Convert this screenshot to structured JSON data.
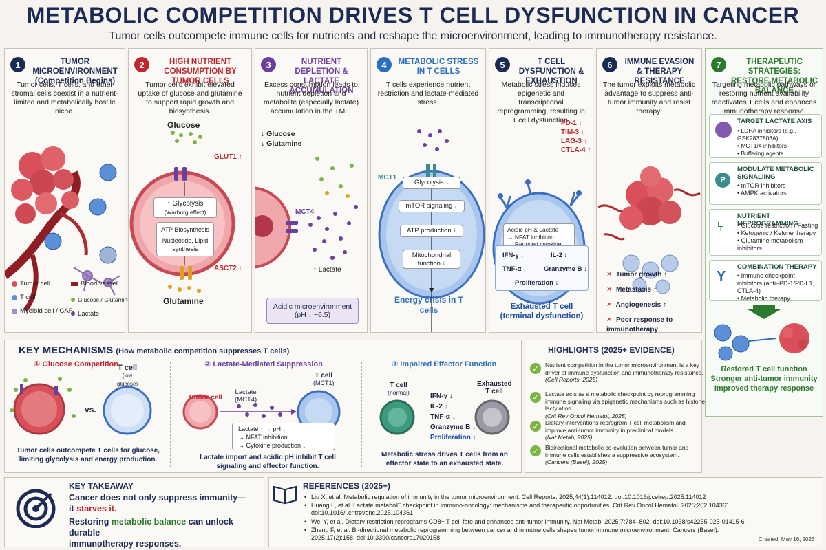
{
  "header": {
    "title": "METABOLIC COMPETITION DRIVES T CELL DYSFUNCTION IN CANCER",
    "subtitle": "Tumor cells outcompete immune cells for nutrients and reshape the microenvironment, leading to immunotherapy resistance."
  },
  "panels": [
    {
      "num": "1",
      "color": "#1c2b55",
      "title": "TUMOR MICROENVIRONMENT",
      "title2": "(Competition Begins)",
      "desc": "Tumor cells, T cells, and other stromal cells coexist in a nutrient-limited and metabolically hostile niche."
    },
    {
      "num": "2",
      "color": "#c0262d",
      "title": "HIGH NUTRIENT CONSUMPTION BY TUMOR CELLS",
      "title2": "",
      "desc": "Tumor cells exhibit elevated uptake of glucose and glutamine to support rapid growth and biosynthesis."
    },
    {
      "num": "3",
      "color": "#6b3fa0",
      "title": "NUTRIENT DEPLETION & LACTATE ACCUMULATION",
      "title2": "",
      "desc": "Excess consumption leads to nutrient depletion and metabolite (especially lactate) accumulation in the TME."
    },
    {
      "num": "4",
      "color": "#2a6fc0",
      "title": "METABOLIC STRESS IN T CELLS",
      "title2": "",
      "desc": "T cells experience nutrient restriction and lactate-mediated stress."
    },
    {
      "num": "5",
      "color": "#1c2b55",
      "title": "T CELL DYSFUNCTION & EXHAUSTION",
      "title2": "",
      "desc": "Metabolic stress induces epigenetic and transcriptional reprogramming, resulting in T cell dysfunction."
    },
    {
      "num": "6",
      "color": "#1c2b55",
      "title": "IMMUNE EVASION & THERAPY RESISTANCE",
      "title2": "",
      "desc": "The tumor exploits metabolic advantage to suppress anti-tumor immunity and resist therapy."
    },
    {
      "num": "7",
      "color": "#2c7a2f",
      "title": "THERAPEUTIC STRATEGIES: RESTORE METABOLIC BALANCE",
      "title2": "",
      "desc": "Targeting metabolic pathways or restoring nutrient availability reactivates T cells and enhances immunotherapy response."
    }
  ],
  "p1": {
    "legend": [
      "Tumor cell",
      "T cell",
      "Myeloid cell / CAF",
      "Blood vessel",
      "Glucose / Glutamine",
      "Lactate"
    ]
  },
  "p2": {
    "glucose": "Glucose",
    "glut1": "GLUT1 ↑",
    "glycolysis": "↑ Glycolysis",
    "warburg": "(Warburg effect)",
    "atp": "ATP Biosynthesis",
    "nucleotide": "Nucleotide, Lipid synthesis",
    "asct2": "ASCT2 ↑",
    "glutamine": "Glutamine"
  },
  "p3": {
    "glucose_down": "↓ Glucose",
    "glutamine_down": "↓ Glutamine",
    "mct4": "MCT4",
    "lactate_up": "↑ Lactate",
    "acidic": "Acidic microenvironment",
    "ph": "(pH ↓ ~6.5)"
  },
  "p4": {
    "mct1": "MCT1",
    "steps": [
      "Glycolysis ↓",
      "mTOR signaling ↓",
      "ATP production ↓",
      "Mitochondrial function ↓"
    ],
    "crisis": "Energy crisis in T cells"
  },
  "p5": {
    "markers": [
      "PD-1 ↑",
      "TIM-3 ↑",
      "LAG-3 ↑",
      "CTLA-4 ↑"
    ],
    "inner": [
      "Acidic pH & Lactate",
      "→ NFAT inhibition",
      "→ Reduced cytokine transcription"
    ],
    "cyto": [
      "IFN-γ ↓",
      "IL-2 ↓",
      "TNF-α ↓",
      "Granzyme B ↓",
      "Proliferation ↓"
    ],
    "exhausted": "Exhausted T cell",
    "terminal": "(terminal dysfunction)"
  },
  "p6": {
    "outcomes": [
      "Tumor growth ↑",
      "Metastasis ↑",
      "Angiogenesis ↑",
      "Poor response to immunotherapy"
    ]
  },
  "p7": {
    "cards": [
      {
        "title": "TARGET LACTATE AXIS",
        "items": [
          "LDHA inhibitors (e.g., GSK2837808A)",
          "MCT1/4 inhibitors",
          "Buffering agents"
        ]
      },
      {
        "title": "MODULATE METABOLIC SIGNALIING",
        "items": [
          "mTOR inhibitors",
          "AMPK activators"
        ]
      },
      {
        "title": "NUTRIENT MEPROGRAMMING",
        "items": [
          "Glucose restriction / Fasting",
          "Ketogenic / Ketone therapy",
          "Glutamine metabolism inhibitors"
        ]
      },
      {
        "title": "COMBINATION THERAPY",
        "items": [
          "Immune checkpoint inhibitors (anti–PD-1/PD-L1, CTLA-4)",
          "Metabolic therapy"
        ]
      }
    ],
    "restored": [
      "Restored T cell function",
      "Stronger anti-tumor immunity",
      "Improved therapy response"
    ]
  },
  "mechanisms": {
    "title": "KEY MECHANISMS",
    "subtitle": "(How metabolic competition suppresses T cells)",
    "m1": {
      "title": "① Glucose Competition",
      "tcell": "T cell",
      "tcell_sub": "(low glucose)",
      "vs": "vs.",
      "caption": "Tumor cells outcompete T cells for glucose, limiting glycolysis and energy production."
    },
    "m2": {
      "title": "② Lactate-Mediated Suppression",
      "tumor": "Tumor cell",
      "lactate": "Lactate",
      "mct4": "(MCT4)",
      "tcell": "T cell",
      "mct1": "(MCT1)",
      "lines": [
        "Lactate ↑  → pH ↓",
        "→  NFAT inhibition",
        "→  Cytokine production ↓"
      ],
      "caption": "Lactate import and acidic pH inhibit T cell signaling and effector function."
    },
    "m3": {
      "title": "③ Impaired Effector Function",
      "normal": "T cell",
      "normal_sub": "(normal)",
      "exhausted": "Exhausted",
      "exhausted_sub": "T cell",
      "list": [
        "IFN-γ ↓",
        "IL-2 ↓",
        "TNF-α ↓",
        "Granzyme B ↓",
        "Proliferation ↓"
      ],
      "caption": "Metabolic stress drives T cells from an effector state to an exhausted state."
    }
  },
  "highlights": {
    "title": "HIGHLIGHTS  (2025+ EVIDENCE)",
    "items": [
      {
        "text": "Nutrient competition in the tumor microenvironment is a key driver of immune dysfunction and immunotherapy resistance.",
        "src": "(Cell Reports, 2025)"
      },
      {
        "text": "Lactate acts as a metabolic checkpoint by reprogramming immune signaling via epigenetic mechanisms such as histone lactylation.",
        "src": "(Crit Rev Oncol Hematol, 2025)"
      },
      {
        "text": "Dietary interventions reprogram T cell metabolism and improve anti-tumor immunity in preclinical models.",
        "src": "(Nat Metab, 2025)"
      },
      {
        "text": "Bidirectional metabolic co-evolution between tumor and immune cells establishes a suppressive ecosystem.",
        "src": "(Cancers (Basel), 2025)"
      }
    ]
  },
  "takeaway": {
    "title": "KEY TAKEAWAY",
    "line1": "Cancer does not only suppress immunity—",
    "line2a": "it ",
    "line2b": "starves it.",
    "line3a": "Restoring ",
    "line3b": "metabolic balance",
    "line3c": " can unlock durable",
    "line4": "immunotherapy responses."
  },
  "references": {
    "title": "REFERENCES  (2025+)",
    "items": [
      "Liu X, et al. Metabolic regulation of immunity in the tumor microenvironment. Cell Reports. 2025;44(1):114012. doi:10.1016/j.celrep.2025.114012",
      "Huang L, et al. Lactate metabol□ checkpoint in immuno-oncology: mechanisms and therapeutic opportunities. Crit Rev Oncol Hematol. 2025;202:104361. doi:10.1016/j.critrevonc.2025.104361",
      "Wei Y, et al. Dietary restriction reprograms CD8+ T cell fate and enhances anti-tumor immunity. Nat Metab. 2025;7:784–802. doi:10.1038/s42255-025-01415-6",
      "Zhang F, et al. Bi-directional metabolic reprogramming between cancer and immune cells shapes tumor immune microenvironment. Cancers (Basel). 2025;17(2):158. doi:10.3390/cancers17020158"
    ],
    "created": "Created: May 16, 2025"
  },
  "colors": {
    "navy": "#1c2b55",
    "red": "#c0262d",
    "purple": "#6b3fa0",
    "blue": "#2a6fc0",
    "green": "#2c7a2f",
    "tumor": "#d9505a",
    "tcell": "#5b8fd8"
  }
}
